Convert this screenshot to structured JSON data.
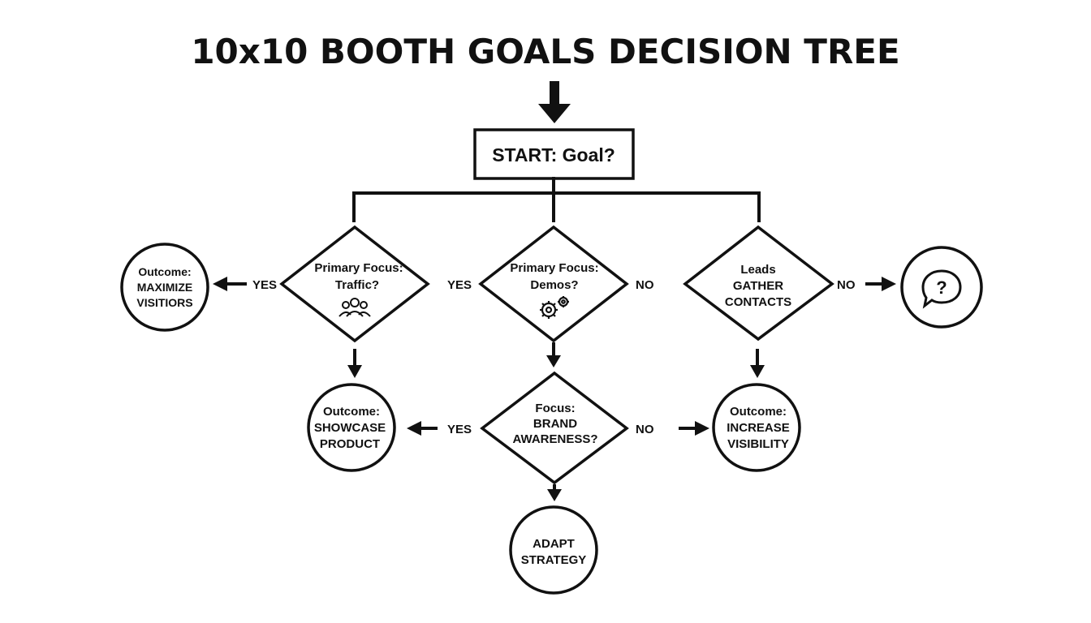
{
  "title": "10x10 BOOTH GOALS DECISION TREE",
  "start": {
    "label": "START: Goal?"
  },
  "decisions": {
    "traffic": {
      "line1": "Primary Focus:",
      "line2": "Traffic?",
      "icon": "people-group-icon"
    },
    "demos": {
      "line1": "Primary Focus:",
      "line2": "Demos?",
      "icon": "gears-icon"
    },
    "leads": {
      "line1": "Leads",
      "line2": "GATHER",
      "line3": "CONTACTS"
    },
    "brand": {
      "line1": "Focus:",
      "line2": "BRAND",
      "line3": "AWARENESS?"
    }
  },
  "outcomes": {
    "maximize": {
      "line1": "Outcome:",
      "line2": "MAXIMIZE",
      "line3": "VISITIORS"
    },
    "showcase": {
      "line1": "Outcome:",
      "line2": "SHOWCASE",
      "line3": "PRODUCT"
    },
    "increase": {
      "line1": "Outcome:",
      "line2": "INCREASE",
      "line3": "VISIBILITY"
    },
    "adapt": {
      "line1": "ADAPT",
      "line2": "STRATEGY"
    },
    "question": {
      "icon": "question-speech-bubble-icon"
    }
  },
  "edge_labels": {
    "traffic_yes": "YES",
    "demos_yes": "YES",
    "demos_no": "NO",
    "leads_no": "NO",
    "brand_yes": "YES",
    "brand_no": "NO"
  }
}
